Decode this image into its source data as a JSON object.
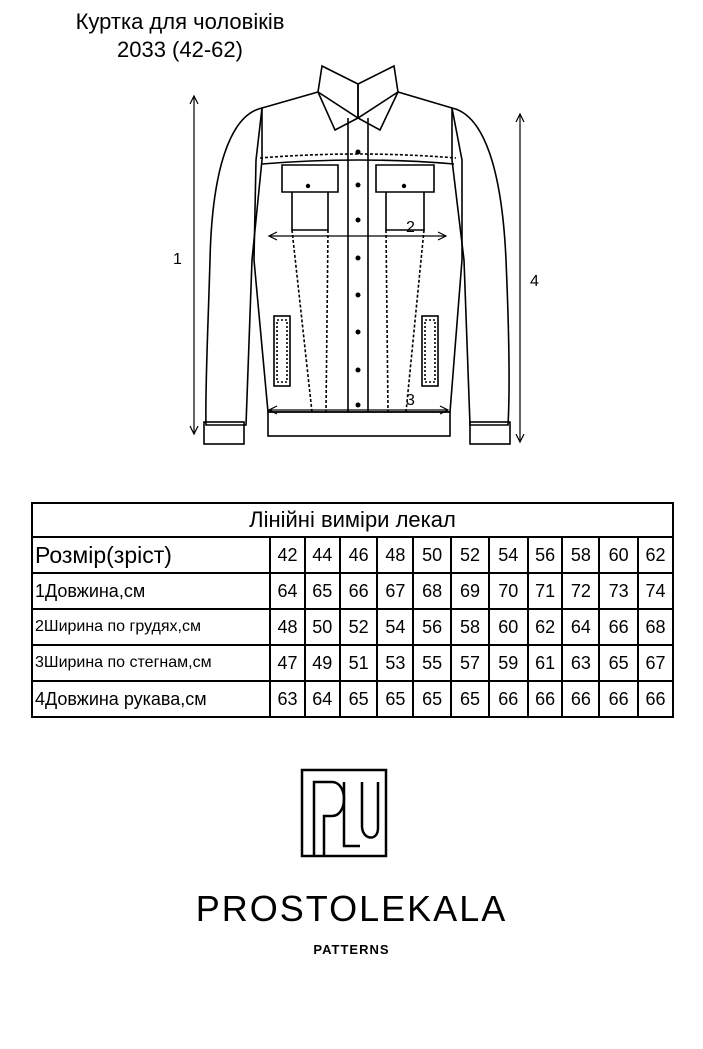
{
  "header": {
    "title_line1": "Куртка для чоловіків",
    "title_line2": "2033 (42-62)"
  },
  "diagram": {
    "label_length": "1",
    "label_chest": "2",
    "label_hip": "3",
    "label_sleeve": "4"
  },
  "table": {
    "caption": "Лінійні виміри лекал",
    "size_label": "Розмір(зріст)",
    "sizes": [
      "42",
      "44",
      "46",
      "48",
      "50",
      "52",
      "54",
      "56",
      "58",
      "60",
      "62"
    ],
    "rows": [
      {
        "label": "1Довжина,см",
        "values": [
          "64",
          "65",
          "66",
          "67",
          "68",
          "69",
          "70",
          "71",
          "72",
          "73",
          "74"
        ]
      },
      {
        "label": "2Ширина по грудях,см",
        "values": [
          "48",
          "50",
          "52",
          "54",
          "56",
          "58",
          "60",
          "62",
          "64",
          "66",
          "68"
        ]
      },
      {
        "label": "3Ширина по стегнам,см",
        "values": [
          "47",
          "49",
          "51",
          "53",
          "55",
          "57",
          "59",
          "61",
          "63",
          "65",
          "67"
        ]
      },
      {
        "label": "4Довжина рукава,см",
        "values": [
          "63",
          "64",
          "65",
          "65",
          "65",
          "65",
          "66",
          "66",
          "66",
          "66",
          "66"
        ]
      }
    ]
  },
  "brand": {
    "name": "PROSTOLEKALA",
    "tagline": "PATTERNS",
    "logo_icon": "pl-monogram-icon"
  }
}
